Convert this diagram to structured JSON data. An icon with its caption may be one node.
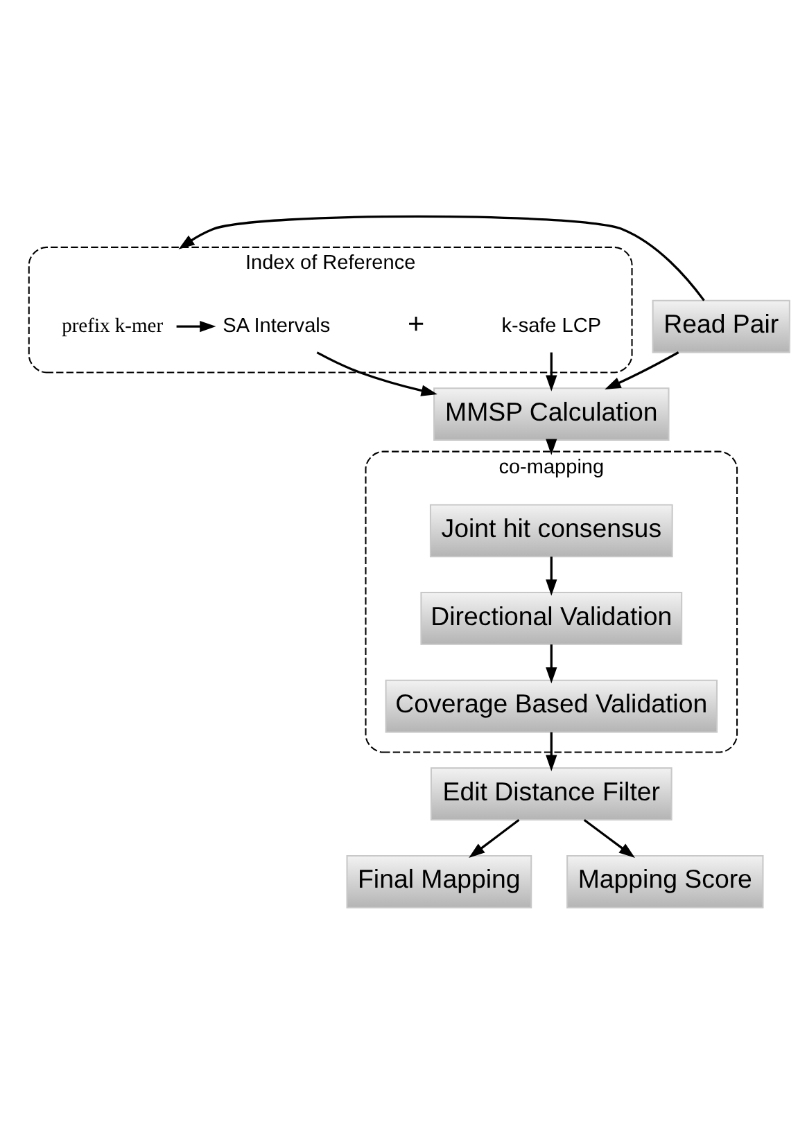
{
  "diagram": {
    "nodes": [
      {
        "text": [
          "Index of Reference"
        ]
      },
      {
        "text": [
          "prefix k-mer"
        ],
        "in": 0
      },
      {
        "text": [
          "SA Intervals"
        ],
        "in": 0
      },
      {
        "text": [
          "k-safe LCP"
        ],
        "in": 0
      },
      {
        "text": [
          "Read Pair"
        ]
      },
      {
        "text": [
          "MMSP Calculation"
        ]
      },
      {
        "text": [
          "co-mapping"
        ]
      },
      {
        "text": [
          "Joint hit consensus"
        ],
        "in": 6
      },
      {
        "text": [
          "Directional Validation"
        ],
        "in": 6
      },
      {
        "text": [
          "Coverage Based Validation"
        ],
        "in": 6
      },
      {
        "text": [
          "Edit Distance Filter"
        ]
      },
      {
        "text": [
          "Final Mapping"
        ]
      },
      {
        "text": [
          "Mapping Score"
        ]
      }
    ],
    "edges": [
      {
        "from": 4,
        "to": 0,
        "arrow": "to"
      },
      {
        "from": 1,
        "to": 2,
        "arrow": "to"
      },
      {
        "from": 4,
        "to": 5,
        "arrow": "to"
      },
      {
        "from": 2,
        "to": 5,
        "arrow": "to"
      },
      {
        "from": 3,
        "to": 5,
        "arrow": "to"
      },
      {
        "from": 5,
        "to": 6,
        "arrow": "to"
      },
      {
        "from": 7,
        "to": 8,
        "arrow": "to"
      },
      {
        "from": 8,
        "to": 9,
        "arrow": "to"
      },
      {
        "from": 9,
        "to": 10,
        "arrow": "to"
      },
      {
        "from": 10,
        "to": 11,
        "arrow": "to"
      },
      {
        "from": 10,
        "to": 12,
        "arrow": "to"
      }
    ],
    "labels": [
      "+"
    ]
  }
}
